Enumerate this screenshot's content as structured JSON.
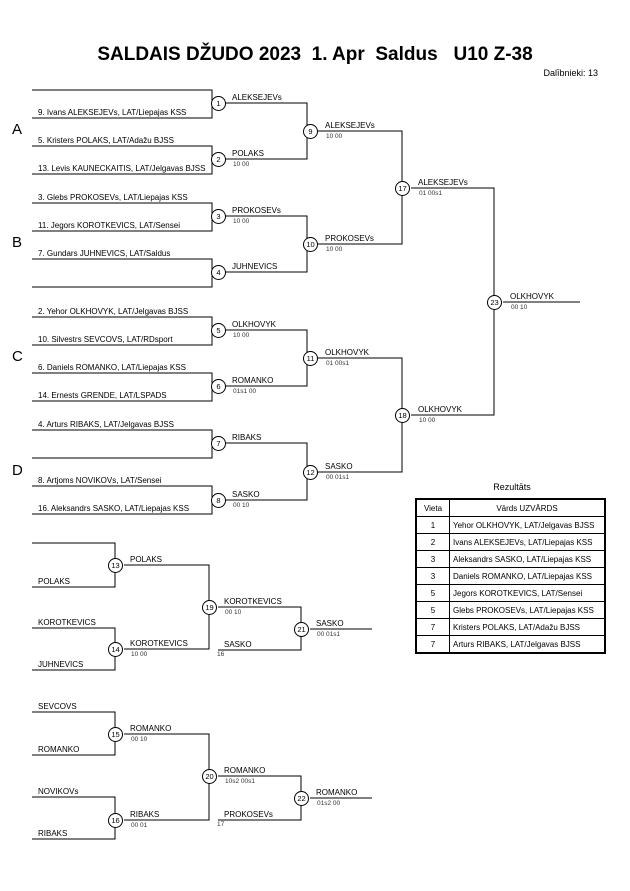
{
  "header": {
    "title": "SALDAIS DŽUDO 2023  1. Apr  Saldus   U10 Z-38",
    "participants": "Dalībnieki: 13"
  },
  "groups": [
    "A",
    "B",
    "C",
    "D"
  ],
  "entries": [
    "9. Ivans ALEKSEJEVs, LAT/Liepajas KSS",
    "5. Kristers POLAKS, LAT/Adažu BJSS",
    "13. Levis KAUNECKAITIS, LAT/Jelgavas BJSS",
    "3. Glebs PROKOSEVs, LAT/Liepajas KSS",
    "11. Jegors KOROTKEVICS, LAT/Sensei",
    "7. Gundars JUHNEVICS, LAT/Saldus",
    "2. Yehor OLKHOVYK, LAT/Jelgavas BJSS",
    "10. Silvestrs SEVCOVS, LAT/RDsport",
    "6. Daniels ROMANKO, LAT/Liepajas KSS",
    "14. Ernests GRENDE, LAT/LSPADS",
    "4. Arturs RIBAKS, LAT/Jelgavas BJSS",
    "8. Artjoms NOVIKOVs, LAT/Sensei",
    "16. Aleksandrs SASKO, LAT/Liepajas KSS"
  ],
  "matches": {
    "m1": {
      "num": "1",
      "winner": "ALEKSEJEVs",
      "score": ""
    },
    "m2": {
      "num": "2",
      "winner": "POLAKS",
      "score": "10   00"
    },
    "m3": {
      "num": "3",
      "winner": "PROKOSEVs",
      "score": "10   00"
    },
    "m4": {
      "num": "4",
      "winner": "JUHNEVICS",
      "score": ""
    },
    "m5": {
      "num": "5",
      "winner": "OLKHOVYK",
      "score": "10   00"
    },
    "m6": {
      "num": "6",
      "winner": "ROMANKO",
      "score": "01s1   00"
    },
    "m7": {
      "num": "7",
      "winner": "RIBAKS",
      "score": ""
    },
    "m8": {
      "num": "8",
      "winner": "SASKO",
      "score": "00   10"
    },
    "m9": {
      "num": "9",
      "winner": "ALEKSEJEVs",
      "score": "10   00"
    },
    "m10": {
      "num": "10",
      "winner": "PROKOSEVs",
      "score": "10   00"
    },
    "m11": {
      "num": "11",
      "winner": "OLKHOVYK",
      "score": "01   00s1"
    },
    "m12": {
      "num": "12",
      "winner": "SASKO",
      "score": "00   01s1"
    },
    "m17": {
      "num": "17",
      "winner": "ALEKSEJEVs",
      "score": "01   00s1"
    },
    "m18": {
      "num": "18",
      "winner": "OLKHOVYK",
      "score": "10   00"
    },
    "m23": {
      "num": "23",
      "winner": "OLKHOVYK",
      "score": "00   10"
    }
  },
  "repechage1": {
    "entries": [
      "",
      "POLAKS",
      "KOROTKEVICS",
      "JUHNEVICS"
    ],
    "m13": {
      "num": "13",
      "winner": "POLAKS",
      "score": ""
    },
    "m14": {
      "num": "14",
      "winner": "KOROTKEVICS",
      "score": "10   00"
    },
    "m19": {
      "num": "19",
      "winner": "KOROTKEVICS",
      "score": "00   10"
    },
    "m19_opponent": "SASKO",
    "m19_note": "16",
    "m21": {
      "num": "21",
      "winner": "SASKO",
      "score": "00   01s1"
    }
  },
  "repechage2": {
    "entries": [
      "SEVCOVS",
      "ROMANKO",
      "NOVIKOVs",
      "RIBAKS"
    ],
    "m15": {
      "num": "15",
      "winner": "ROMANKO",
      "score": "00   10"
    },
    "m16": {
      "num": "16",
      "winner": "RIBAKS",
      "score": "00   01"
    },
    "m20": {
      "num": "20",
      "winner": "ROMANKO",
      "score": "10s2   00s1"
    },
    "m20_opponent": "PROKOSEVs",
    "m20_note": "17",
    "m22": {
      "num": "22",
      "winner": "ROMANKO",
      "score": "01s2   00"
    }
  },
  "results": {
    "title": "Rezultāts",
    "headers": [
      "Vieta",
      "Vārds UZVĀRDS"
    ],
    "rows": [
      [
        "1",
        "Yehor OLKHOVYK, LAT/Jelgavas BJSS"
      ],
      [
        "2",
        "Ivans ALEKSEJEVs, LAT/Liepajas KSS"
      ],
      [
        "3",
        "Aleksandrs SASKO, LAT/Liepajas KSS"
      ],
      [
        "3",
        "Daniels ROMANKO, LAT/Liepajas KSS"
      ],
      [
        "5",
        "Jegors KOROTKEVICS, LAT/Sensei"
      ],
      [
        "5",
        "Glebs PROKOSEVs, LAT/Liepajas KSS"
      ],
      [
        "7",
        "Kristers POLAKS, LAT/Adažu BJSS"
      ],
      [
        "7",
        "Arturs RIBAKS, LAT/Jelgavas BJSS"
      ]
    ]
  }
}
